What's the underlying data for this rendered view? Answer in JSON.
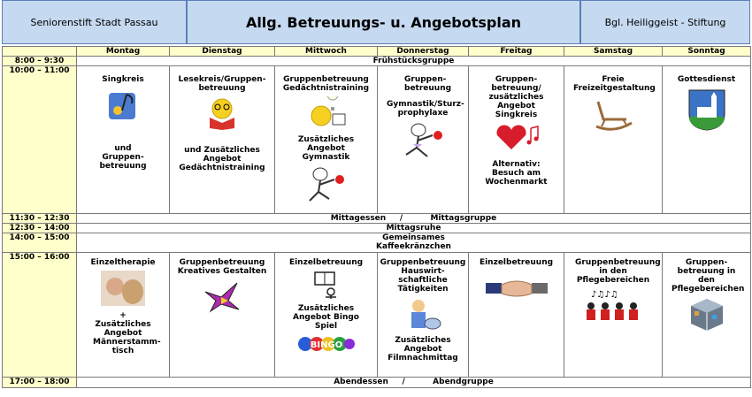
{
  "header": {
    "left": "Seniorenstift Stadt Passau",
    "title": "Allg. Betreuungs- u. Angebotsplan",
    "right": "Bgl. Heiliggeist - Stiftung"
  },
  "days": [
    "Montag",
    "Dienstag",
    "Mittwoch",
    "Donnerstag",
    "Freitag",
    "Samstag",
    "Sonntag"
  ],
  "times": {
    "t1": "8:00 – 9:30",
    "t2": "10:00 – 11:00",
    "t3": "11:30 – 12:30",
    "t4": "12:30 – 14:00",
    "t5": "14:00 – 15:00",
    "t6": "15:00 – 16:00",
    "t7": "17:00 – 18:00"
  },
  "spans": {
    "breakfast": "Frühstücksgruppe",
    "lunch": "Mittagessen     /          Mittagsgruppe",
    "rest": "Mittagsruhe",
    "coffee1": "Gemeinsames",
    "coffee2": "Kaffeekränzchen",
    "dinner": "Abendessen     /          Abendgruppe"
  },
  "morning": {
    "mon_top": "Singkreis",
    "mon_bottom": "und Gruppen-betreuung",
    "tue_top": "Lesekreis/Gruppen-betreuung",
    "tue_bottom": "und Zusätzliches Angebot Gedächtnistraining",
    "wed_top": "Gruppenbetreuung Gedächtnistraining",
    "wed_bottom": "Zusätzliches Angebot Gymnastik",
    "thu_top": "Gruppen-betreuung",
    "thu_mid": "Gymnastik/Sturz-prophylaxe",
    "fri_top": "Gruppen-betreuung/ zusätzliches Angebot Singkreis",
    "fri_bottom": "Alternativ: Besuch am Wochenmarkt",
    "sat_top": "Freie Freizeitgestaltung",
    "sun_top": "Gottesdienst"
  },
  "afternoon": {
    "mon_top": "Einzeltherapie",
    "mon_bottom": "+ Zusätzliches Angebot Männerstamm-tisch",
    "tue_top": "Gruppenbetreuung Kreatives Gestalten",
    "wed_top": "Einzelbetreuung",
    "wed_bottom": "Zusätzliches Angebot Bingo Spiel",
    "wed_bingo": "BINGO",
    "thu_top": "Gruppenbetreuung Hauswirt-schaftliche Tätigkeiten",
    "thu_bottom": "Zusätzliches Angebot Filmnachmittag",
    "fri_top": "Einzelbetreuung",
    "sat_top": "Gruppenbetreuung in den Pflegebereichen",
    "sun_top": "Gruppen-betreuung in den Pflegebereichen"
  },
  "colors": {
    "header_bg": "#c5d9f1",
    "cell_yellow": "#ffffcc"
  }
}
